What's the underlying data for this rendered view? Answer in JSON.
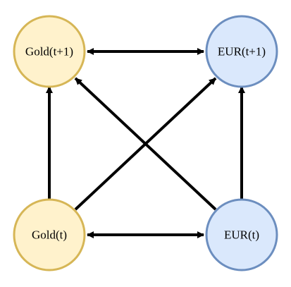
{
  "colors": {
    "gold_fill": "#fff2cc",
    "gold_stroke": "#d6b656",
    "eur_fill": "#dae8fc",
    "eur_stroke": "#6c8ebf",
    "edge": "#000000"
  },
  "nodes": {
    "gold_t1": {
      "label": "Gold(t+1)"
    },
    "eur_t1": {
      "label": "EUR(t+1)"
    },
    "gold_t": {
      "label": "Gold(t)"
    },
    "eur_t": {
      "label": "EUR(t)"
    }
  },
  "edges": [
    {
      "from": "gold_t",
      "to": "gold_t1",
      "bidirectional": false
    },
    {
      "from": "eur_t",
      "to": "eur_t1",
      "bidirectional": false
    },
    {
      "from": "gold_t",
      "to": "eur_t1",
      "bidirectional": false
    },
    {
      "from": "eur_t",
      "to": "gold_t1",
      "bidirectional": false
    },
    {
      "from": "gold_t1",
      "to": "eur_t1",
      "bidirectional": true
    },
    {
      "from": "gold_t",
      "to": "eur_t",
      "bidirectional": true
    }
  ]
}
